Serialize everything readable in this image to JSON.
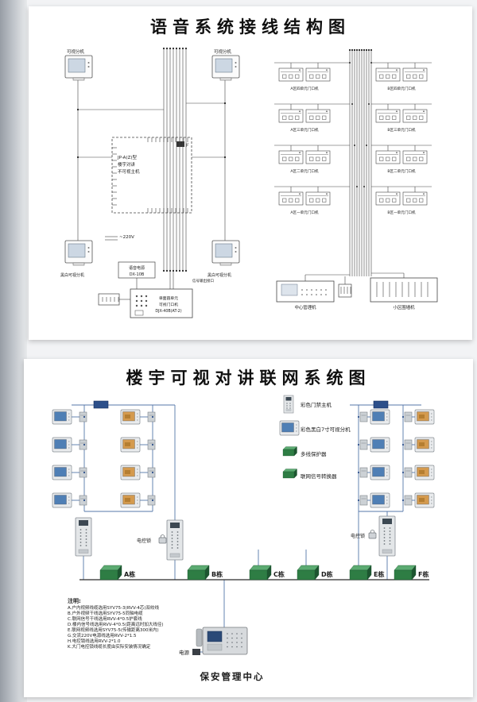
{
  "colors": {
    "wire_blue": "#5577aa",
    "screen_bw": "#4f7fb5",
    "screen_color": "#d49a4e",
    "green_front": "#2e7d44",
    "green_top": "#5cab72",
    "green_side": "#1d5530"
  },
  "top": {
    "title": "语音系统接线结构图",
    "labels": {
      "monitor_tl": "可视分机",
      "monitor_tr": "可视分机",
      "main_unit1": "JP-A(Z)型",
      "main_unit2": "楼宇对讲",
      "main_unit3": "不可视主机",
      "jf": "JF",
      "voltage": "~220V",
      "bw_left": "黑白可视分机",
      "bw_right": "黑白可视分机",
      "power1": "语音电源",
      "power2": "DX-10B",
      "door1": "单面圆单元",
      "door2": "可视门口机",
      "door3": "DJX-40B(AT-2)",
      "signal_out": "信号输出接口",
      "center_mgmt": "中心管理机",
      "perimeter": "小区围墙机"
    },
    "unit_groups_left": [
      "A区四单元门口机",
      "A区三单元门口机",
      "A区二单元门口机",
      "A区一单元门口机"
    ],
    "unit_groups_right": [
      "B区四单元门口机",
      "B区三单元门口机",
      "B区二单元门口机",
      "B区一单元门口机"
    ]
  },
  "bottom": {
    "title": "楼宇可视对讲联网系统图",
    "legend": [
      "彩色门禁主机",
      "彩色黑白7寸可视分机",
      "多线保护器",
      "联网信号转换器"
    ],
    "buildings": [
      "A栋",
      "B栋",
      "C栋",
      "D栋",
      "E栋",
      "F栋"
    ],
    "lock_left": "电控锁",
    "lock_right": "电控锁",
    "power": "电源",
    "center": "保安管理中心",
    "notes_title": "注明:",
    "notes": [
      "A.户内视频线缆选用SYV75-3(RVV-4芯)双绞线",
      "B.户外视频干线选用SYV75-5同轴电缆",
      "C.联网信号干线选用RVV-4*0.5护套线",
      "D.楼内信号线选用RVV-4*0.5(距离远时加大线径)",
      "E.联网视频线选用SYV75-5(传输距离300米内)",
      "G.交流220V电源线选用RVV-2*1.5",
      "H.电控锁线选用RVV-2*1.0",
      "K.大门电控锁线缆长度由实际安装情况确定"
    ]
  }
}
